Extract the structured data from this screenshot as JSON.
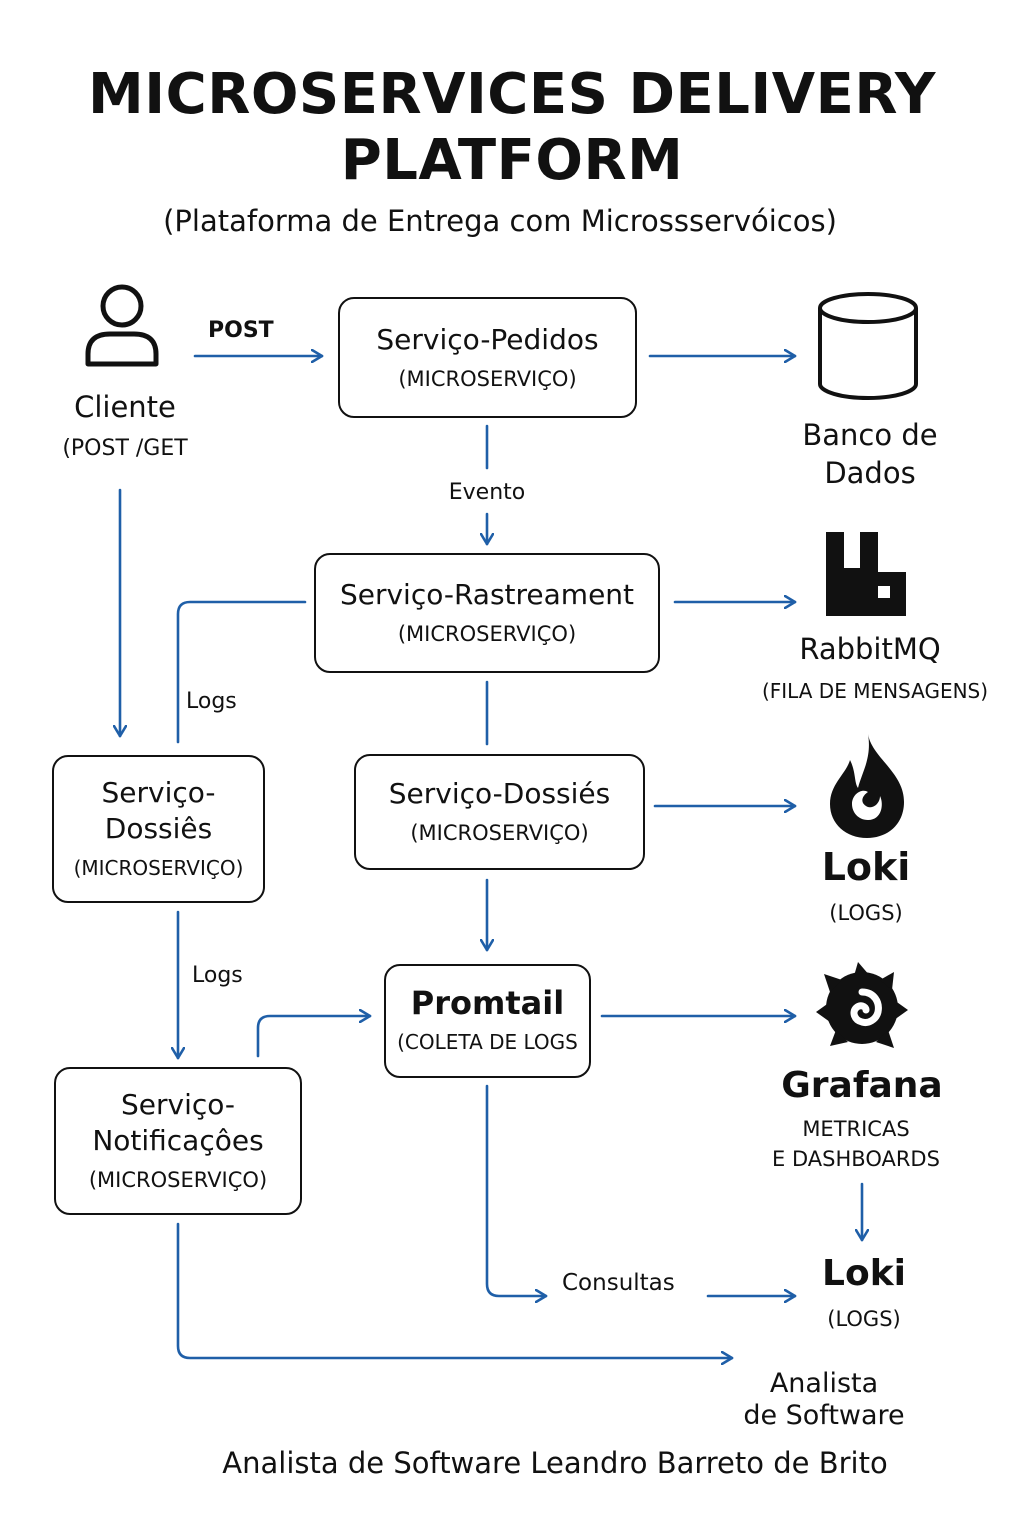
{
  "header": {
    "title_line1": "MICROSERVICES DELIVERY",
    "title_line2": "PLATFORM",
    "subtitle": "(Plataforma de Entrega com Microssservóicos)"
  },
  "client": {
    "name": "Cliente",
    "note": "(POST /GET",
    "post_label": "POST"
  },
  "services": {
    "pedidos": {
      "name": "Serviço-Pedidos",
      "kind": "(MICROSERVIÇO)"
    },
    "rastreamento": {
      "name": "Serviço-Rastreament",
      "kind": "(MICROSERVIÇO)"
    },
    "dossies_left": {
      "name_line1": "Serviço-",
      "name_line2": "Dossiês",
      "kind": "(MICROSERVIÇO)"
    },
    "dossies_center": {
      "name": "Serviço-Dossiés",
      "kind": "(MICROSERVIÇO)"
    },
    "promtail": {
      "name": "Promtail",
      "kind": "(COLETA DE LOGS"
    },
    "notificacoes": {
      "name_line1": "Serviço-",
      "name_line2": "Notificaçôes",
      "kind": "(MICROSERVIÇO)"
    }
  },
  "edges": {
    "evento": "Evento",
    "logs_upper": "Logs",
    "logs_lower": "Logs",
    "consultas": "Consultas"
  },
  "infra": {
    "database": {
      "line1": "Banco de",
      "line2": "Dados",
      "icon": "database-icon"
    },
    "rabbitmq": {
      "name": "RabbitMQ",
      "note": "(FILA DE MENSAGENS)",
      "icon": "rabbitmq-icon"
    },
    "loki_top": {
      "name": "Loki",
      "note": "(LOGS)",
      "icon": "loki-icon"
    },
    "grafana": {
      "name": "Grafana",
      "note_line1": "METRICAS",
      "note_line2": "E DASHBOARDS",
      "icon": "grafana-icon"
    },
    "loki_bottom": {
      "name": "Loki",
      "note": "(LOGS)"
    },
    "analyst": {
      "line1": "Analista",
      "line2": "de Software"
    }
  },
  "footer": {
    "credit": "Analista de Software Leandro Barreto de Brito"
  },
  "colors": {
    "arrow": "#1f5fa8",
    "ink": "#111111"
  }
}
